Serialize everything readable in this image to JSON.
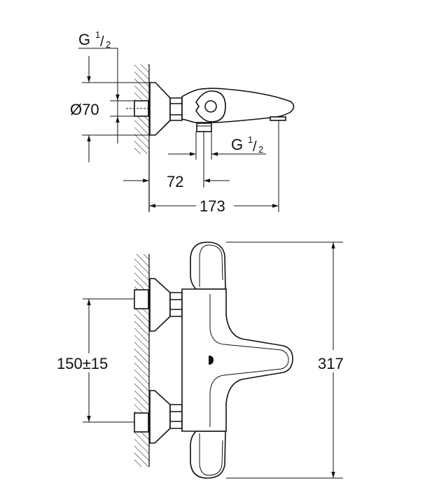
{
  "top_view": {
    "thread_inlet": {
      "letter": "G",
      "num": "1",
      "den": "2"
    },
    "rosette_diameter": "Ø70",
    "thread_outlet": {
      "letter": "G",
      "num": "1",
      "den": "2"
    },
    "outlet_offset": "72",
    "projection": "173"
  },
  "front_view": {
    "inlet_spacing": "150±15",
    "height": "317"
  }
}
